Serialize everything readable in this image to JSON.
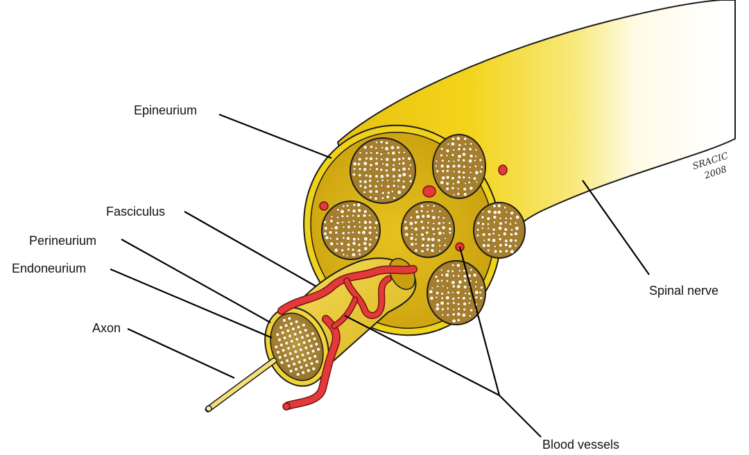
{
  "labels": {
    "epineurium": "Epineurium",
    "fasciculus": "Fasciculus",
    "perineurium": "Perineurium",
    "endoneurium": "Endoneurium",
    "axon": "Axon",
    "spinal_nerve": "Spinal nerve",
    "blood_vessels": "Blood vessels"
  },
  "signature": {
    "name": "SRACIC",
    "year": "2008"
  },
  "colors": {
    "nerve": "#f2d21c",
    "nerve_dark": "#d9b10d",
    "fascicle": "#b3892c",
    "vessel": "#e23a3a",
    "outline": "#1a1a1a"
  }
}
